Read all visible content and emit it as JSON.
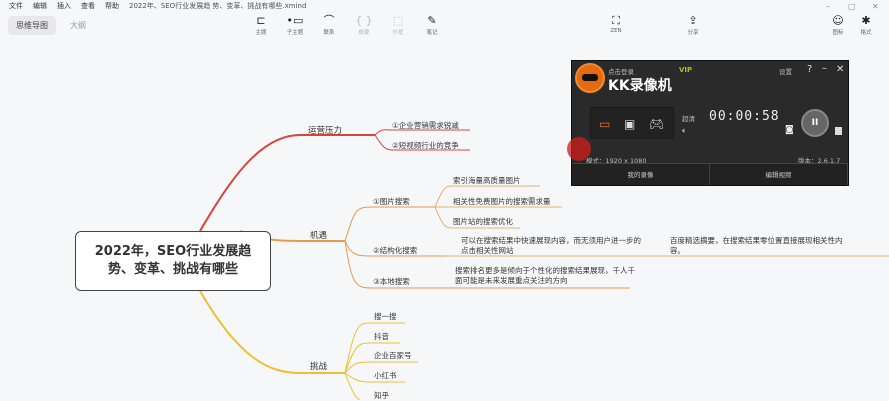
{
  "menu": {
    "items": [
      "文件",
      "编辑",
      "插入",
      "查看",
      "帮助"
    ],
    "title": "2022年、SEO行业发展趋 势、变革、挑战有哪些.xmind"
  },
  "view_tabs": [
    {
      "label": "思维导图",
      "active": true
    },
    {
      "label": "大纲",
      "active": false
    }
  ],
  "toolbar": [
    {
      "label": "主题",
      "icon": "topic-icon",
      "glyph": "⊏",
      "enabled": true
    },
    {
      "label": "子主题",
      "icon": "subtopic-icon",
      "glyph": "•▭",
      "enabled": true
    },
    {
      "label": "联系",
      "icon": "relationship-icon",
      "glyph": "⌒",
      "enabled": true
    },
    {
      "label": "概要",
      "icon": "summary-icon",
      "glyph": "{ }",
      "enabled": false
    },
    {
      "label": "外框",
      "icon": "boundary-icon",
      "glyph": "⬚",
      "enabled": false
    },
    {
      "label": "笔记",
      "icon": "note-icon",
      "glyph": "✎",
      "enabled": true
    }
  ],
  "zen": {
    "label": "ZEN",
    "glyph": "⛶"
  },
  "share": {
    "label": "分享",
    "glyph": "⇪"
  },
  "right_tools": [
    {
      "label": "图标",
      "glyph": "☺"
    },
    {
      "label": "格式",
      "glyph": "✱"
    }
  ],
  "mindmap": {
    "root": "2022年，SEO行业发展趋势、变革、挑战有哪些",
    "branches": [
      {
        "label": "运营压力",
        "color": "#d9443a",
        "children": [
          {
            "label": "①企业营销需求锐减"
          },
          {
            "label": "②短视频行业的竞争"
          }
        ]
      },
      {
        "label": "机遇",
        "color": "#e89a4a",
        "children": [
          {
            "label": "①图片搜索",
            "children": [
              "索引海量高质量图片",
              "相关性免费图片的搜索需求量",
              "图片站的搜索优化"
            ]
          },
          {
            "label": "②结构化搜索",
            "children": [
              "可以在搜索结果中快速展现内容，而无须用户进一步的点击相关性网站",
              "百度精选摘要，在搜索结果零位置直接展现相关性内容。"
            ]
          },
          {
            "label": "③本地搜索",
            "children": [
              "搜索排名更多是倾向于个性化的搜索结果展现，千人千面可能是未来发展重点关注的方向"
            ]
          }
        ]
      },
      {
        "label": "挑战",
        "color": "#f0c030",
        "children": [
          {
            "label": "搜一搜"
          },
          {
            "label": "抖音"
          },
          {
            "label": "企业百家号"
          },
          {
            "label": "小红书"
          },
          {
            "label": "知乎"
          }
        ]
      }
    ]
  },
  "recorder": {
    "login": "点击登录",
    "vip": "VIP",
    "settings": "设置",
    "help": "?",
    "brand": "KK录像机",
    "quality": "超清",
    "timer": "00:00:58",
    "mode": "模式：1920 x 1080",
    "version": "版本：2.6.1.7",
    "buttons": [
      "我的录像",
      "编辑视频"
    ]
  }
}
